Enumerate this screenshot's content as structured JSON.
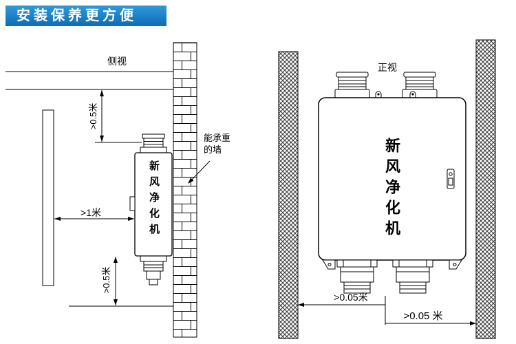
{
  "banner": {
    "title": "安装保养更方便",
    "color_start": "#2f9ad9",
    "color_end": "#0d6cb6"
  },
  "side_view": {
    "title": "侧视",
    "unit_label": "新风净化机",
    "top_clearance": ">0.5米",
    "side_clearance": ">1米",
    "bottom_clearance": ">0.5米",
    "wall_note": {
      "line1": "能承重",
      "line2": "的墙"
    }
  },
  "front_view": {
    "title": "正视",
    "unit_label": "新风净化机",
    "left_gap": ">0.05米",
    "right_gap": ">0.05 米"
  }
}
